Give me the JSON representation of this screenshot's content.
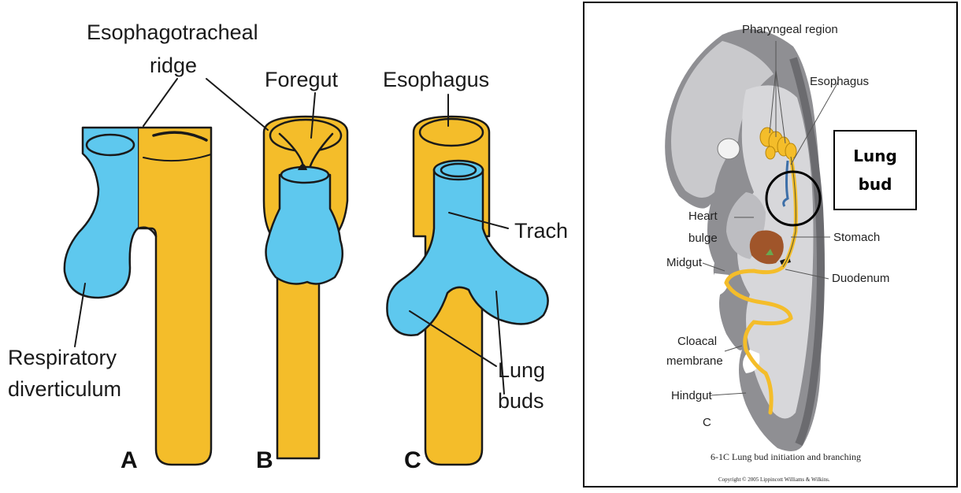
{
  "left_figure": {
    "labels": {
      "ridge_line1": "Esophagotracheal",
      "ridge_line2": "ridge",
      "foregut": "Foregut",
      "esophagus": "Esophagus",
      "trachea": "Trach",
      "respiratory_line1": "Respiratory",
      "respiratory_line2": "diverticulum",
      "lung_line1": "Lung",
      "lung_line2": "buds"
    },
    "panels": [
      "A",
      "B",
      "C"
    ],
    "colors": {
      "respiratory": "#5ec8ee",
      "gut": "#f4bd2a"
    }
  },
  "right_figure": {
    "labels": {
      "pharyngeal": "Pharyngeal region",
      "esophagus": "Esophagus",
      "heart_line1": "Heart",
      "heart_line2": "bulge",
      "stomach": "Stomach",
      "midgut": "Midgut",
      "duodenum": "Duodenum",
      "cloacal_line1": "Cloacal",
      "cloacal_line2": "membrane",
      "hindgut": "Hindgut",
      "panel": "C"
    },
    "callout": {
      "line1": "Lung",
      "line2": "bud"
    },
    "caption": "6-1C  Lung bud initiation and branching",
    "copyright": "Copyright © 2005 Lippincott Williams & Wilkins."
  }
}
